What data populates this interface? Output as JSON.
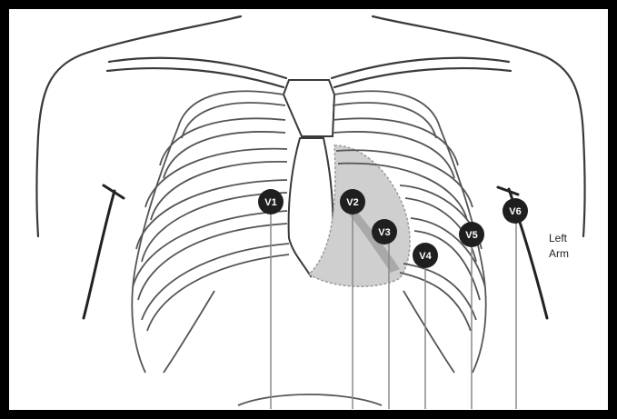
{
  "diagram": {
    "electrodes": [
      {
        "id": "v1",
        "label": "V1"
      },
      {
        "id": "v2",
        "label": "V2"
      },
      {
        "id": "v3",
        "label": "V3"
      },
      {
        "id": "v4",
        "label": "V4"
      },
      {
        "id": "v5",
        "label": "V5"
      },
      {
        "id": "v6",
        "label": "V6"
      }
    ],
    "side_label": {
      "line1": "Left",
      "line2": "Arm"
    },
    "colors": {
      "frame": "#000000",
      "outline": "#3a3a3a",
      "rib": "#555555",
      "heart": "#9a9a9a",
      "electrode": "#1f1f1f",
      "lead_line": "#8a8a8a"
    }
  }
}
